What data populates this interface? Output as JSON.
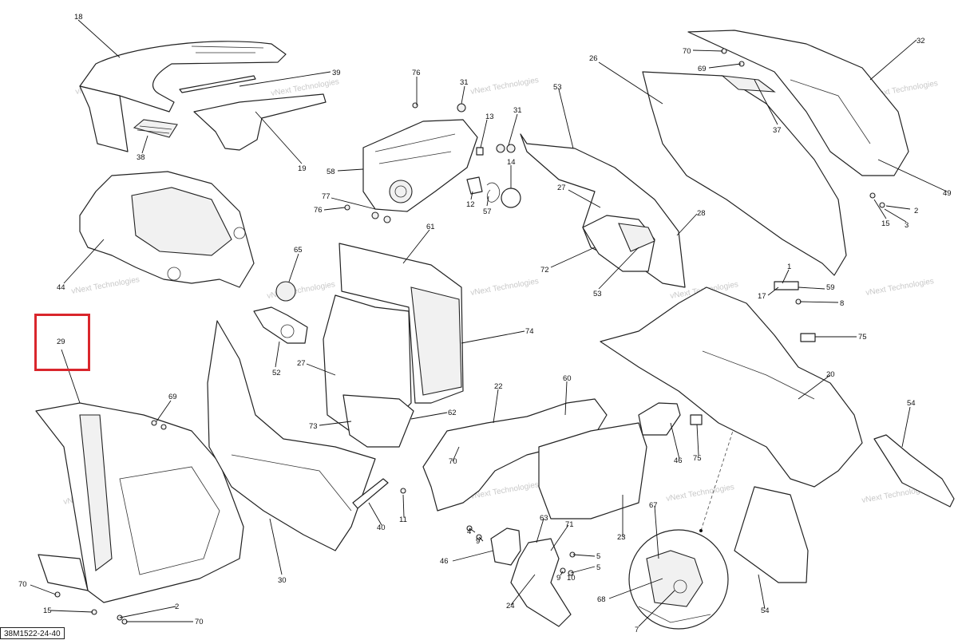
{
  "diagram": {
    "code": "38M1522-24-40",
    "watermark": "vNext Technologies",
    "highlight_color": "#d9262c",
    "highlighted_part": "29",
    "callouts": [
      "18",
      "39",
      "38",
      "19",
      "76",
      "31",
      "13",
      "31",
      "14",
      "58",
      "77",
      "76",
      "12",
      "57",
      "53",
      "26",
      "70",
      "69",
      "32",
      "37",
      "49",
      "2",
      "3",
      "15",
      "27",
      "28",
      "72",
      "53",
      "44",
      "65",
      "61",
      "74",
      "52",
      "27",
      "73",
      "62",
      "1",
      "17",
      "59",
      "8",
      "75",
      "29",
      "69",
      "22",
      "60",
      "20",
      "54",
      "70",
      "46",
      "75",
      "40",
      "11",
      "30",
      "63",
      "71",
      "4",
      "9",
      "46",
      "5",
      "9",
      "10",
      "5",
      "67",
      "23",
      "24",
      "68",
      "7",
      "54",
      "70",
      "15",
      "2",
      "70"
    ]
  }
}
